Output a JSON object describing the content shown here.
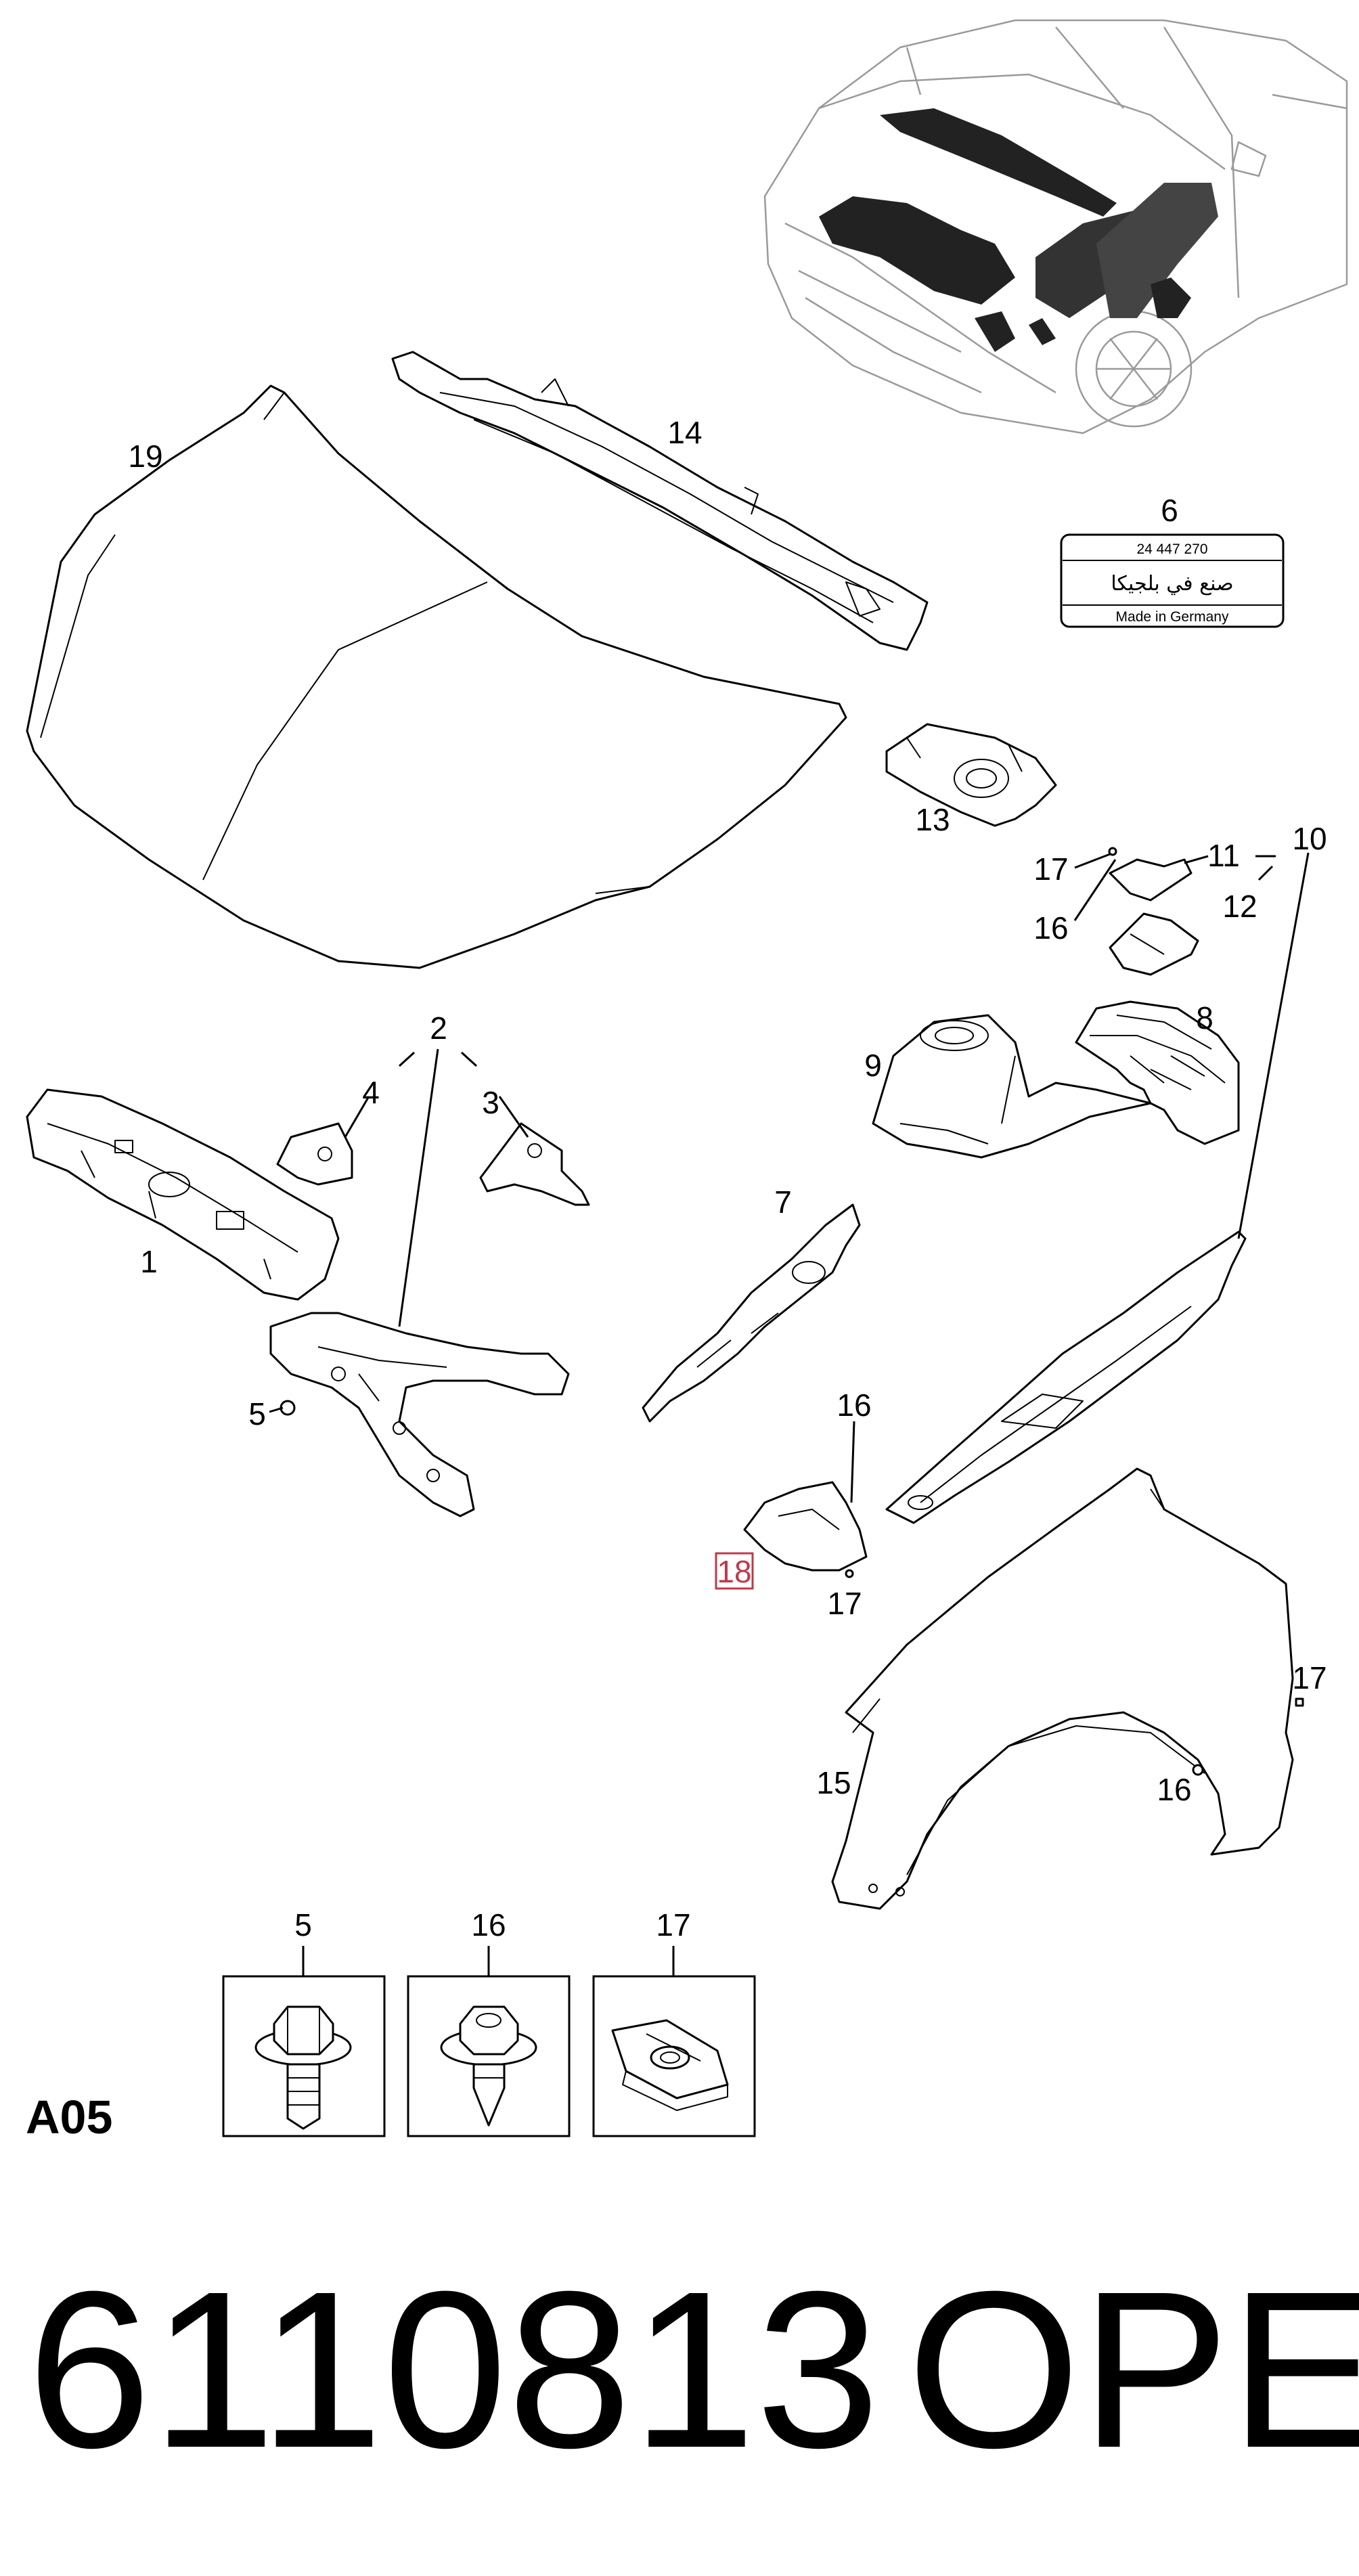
{
  "diagram_code": "A05",
  "part_number": "6110813",
  "brand": "OPEL",
  "sticker": {
    "callout": "6",
    "number": "24 447 270",
    "arabic_text": "صنع في بلجيكا",
    "origin_text": "Made in Germany"
  },
  "callouts": {
    "c1": "1",
    "c2": "2",
    "c3": "3",
    "c4": "4",
    "c5": "5",
    "c7": "7",
    "c8": "8",
    "c9": "9",
    "c10": "10",
    "c11": "11",
    "c12": "12",
    "c13": "13",
    "c14": "14",
    "c15": "15",
    "c16a": "16",
    "c16b": "16",
    "c16c": "16",
    "c17a": "17",
    "c17b": "17",
    "c17c": "17",
    "c18": "18",
    "c19": "19"
  },
  "fastener_legend": [
    {
      "label": "5",
      "icon": "bolt-with-washer-icon"
    },
    {
      "label": "16",
      "icon": "self-tapping-screw-icon"
    },
    {
      "label": "17",
      "icon": "clip-nut-icon"
    }
  ],
  "colors": {
    "highlight_box": "#c0394b",
    "line": "#000000",
    "vehicle_outline": "#9a9a9a"
  }
}
